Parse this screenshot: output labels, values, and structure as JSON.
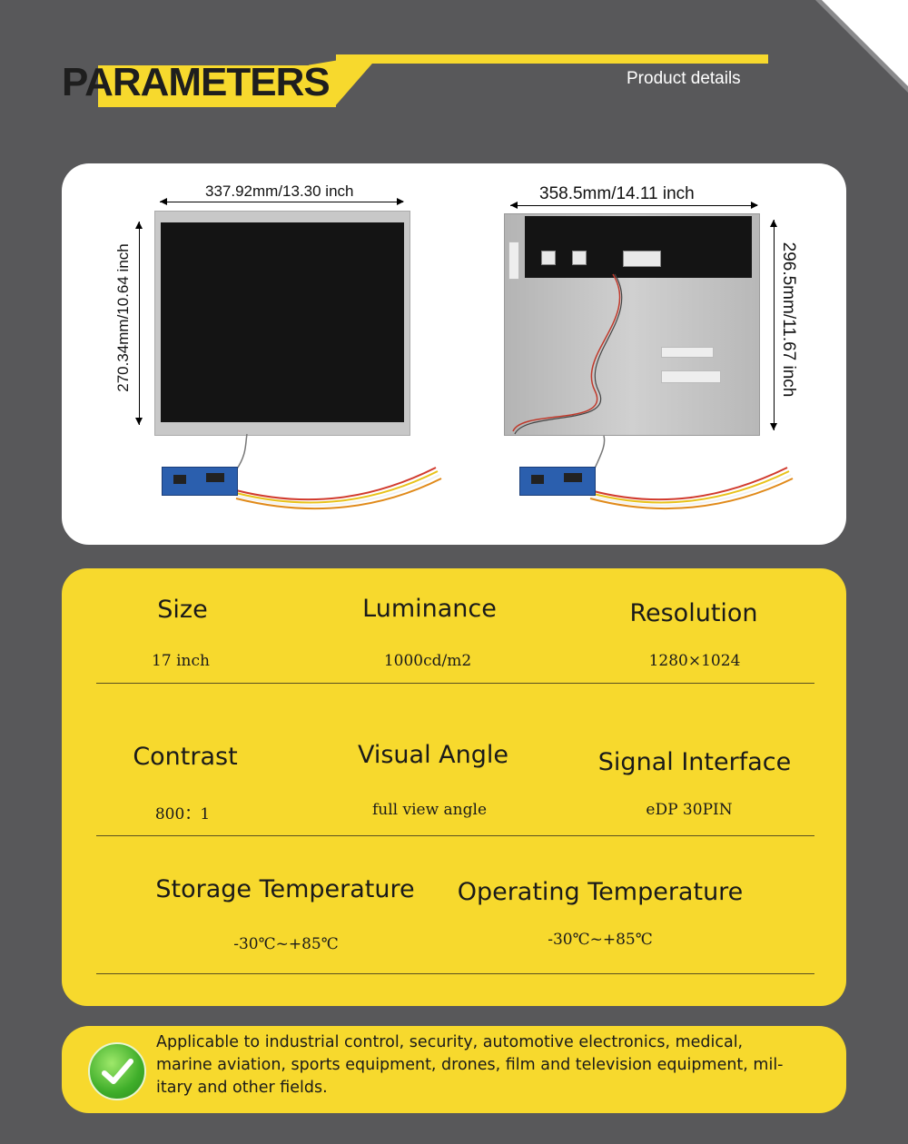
{
  "header": {
    "title": "PARAMETERS",
    "subtitle": "Product details"
  },
  "dimensions": {
    "front_width": "337.92mm/13.30 inch",
    "front_height": "270.34mm/10.64 inch",
    "back_width": "358.5mm/14.11 inch",
    "back_height": "296.5mm/11.67 inch"
  },
  "specs": [
    {
      "label": "Size",
      "value": "17 inch"
    },
    {
      "label": "Luminance",
      "value": "1000cd/m2"
    },
    {
      "label": "Resolution",
      "value": "1280×1024"
    },
    {
      "label": "Contrast",
      "value": "800：1"
    },
    {
      "label": "Visual Angle",
      "value": "full view angle"
    },
    {
      "label": "Signal Interface",
      "value": "eDP 30PIN"
    },
    {
      "label": "Storage Temperature",
      "value": "-30℃~+85℃"
    },
    {
      "label": "Operating Temperature",
      "value": "-30℃~+85℃"
    }
  ],
  "applications": {
    "line1": "Applicable to industrial control, security, automotive electronics, medical,",
    "line2": "marine aviation, sports equipment, drones, film and television equipment, mil-",
    "line3": "itary and other fields."
  },
  "colors": {
    "background": "#58585a",
    "accent": "#f7d92d",
    "check": "#3fae2a"
  }
}
